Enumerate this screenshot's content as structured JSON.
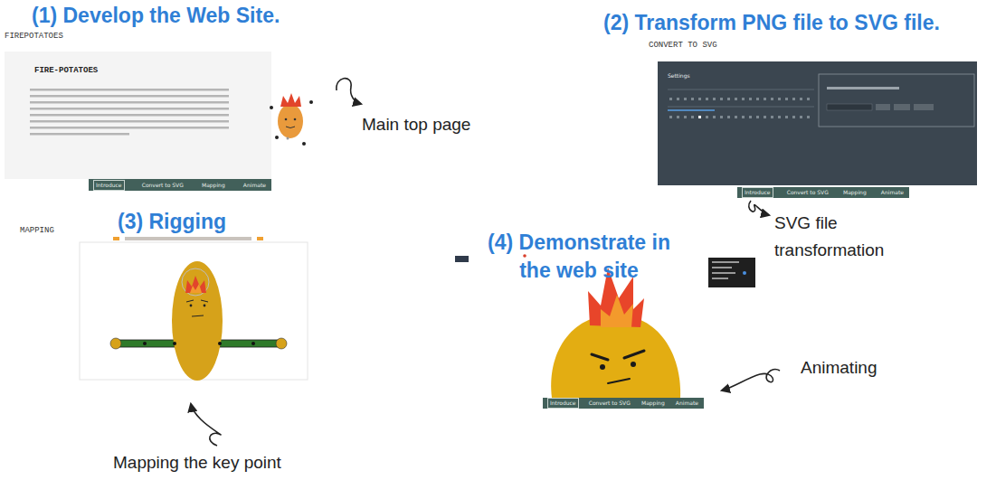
{
  "diagram": {
    "nodes": [
      {
        "text": [
          "FIRE-POTATOES"
        ]
      },
      {
        "text": [
          "Introduce",
          "Convert to SVG",
          "Mapping",
          "Animate"
        ],
        "in": 0
      },
      {
        "text": [
          "Settings"
        ]
      },
      {
        "text": [
          "Introduce",
          "Convert to SVG",
          "Mapping",
          "Animate"
        ],
        "in": 2
      },
      {
        "text": [
          "Introduce",
          "Convert to SVG",
          "Mapping",
          "Animate"
        ]
      }
    ],
    "labels": [
      "(1) Develop the Web Site.",
      "FIREPOTATOES",
      "Main top page",
      "(2) Transform PNG file to SVG file.",
      "CONVERT TO SVG",
      "SVG file transformation",
      "MAPPING",
      "(3) Rigging",
      "Mapping the key point",
      "(4) Demonstrate in the web site",
      "Animating"
    ]
  }
}
